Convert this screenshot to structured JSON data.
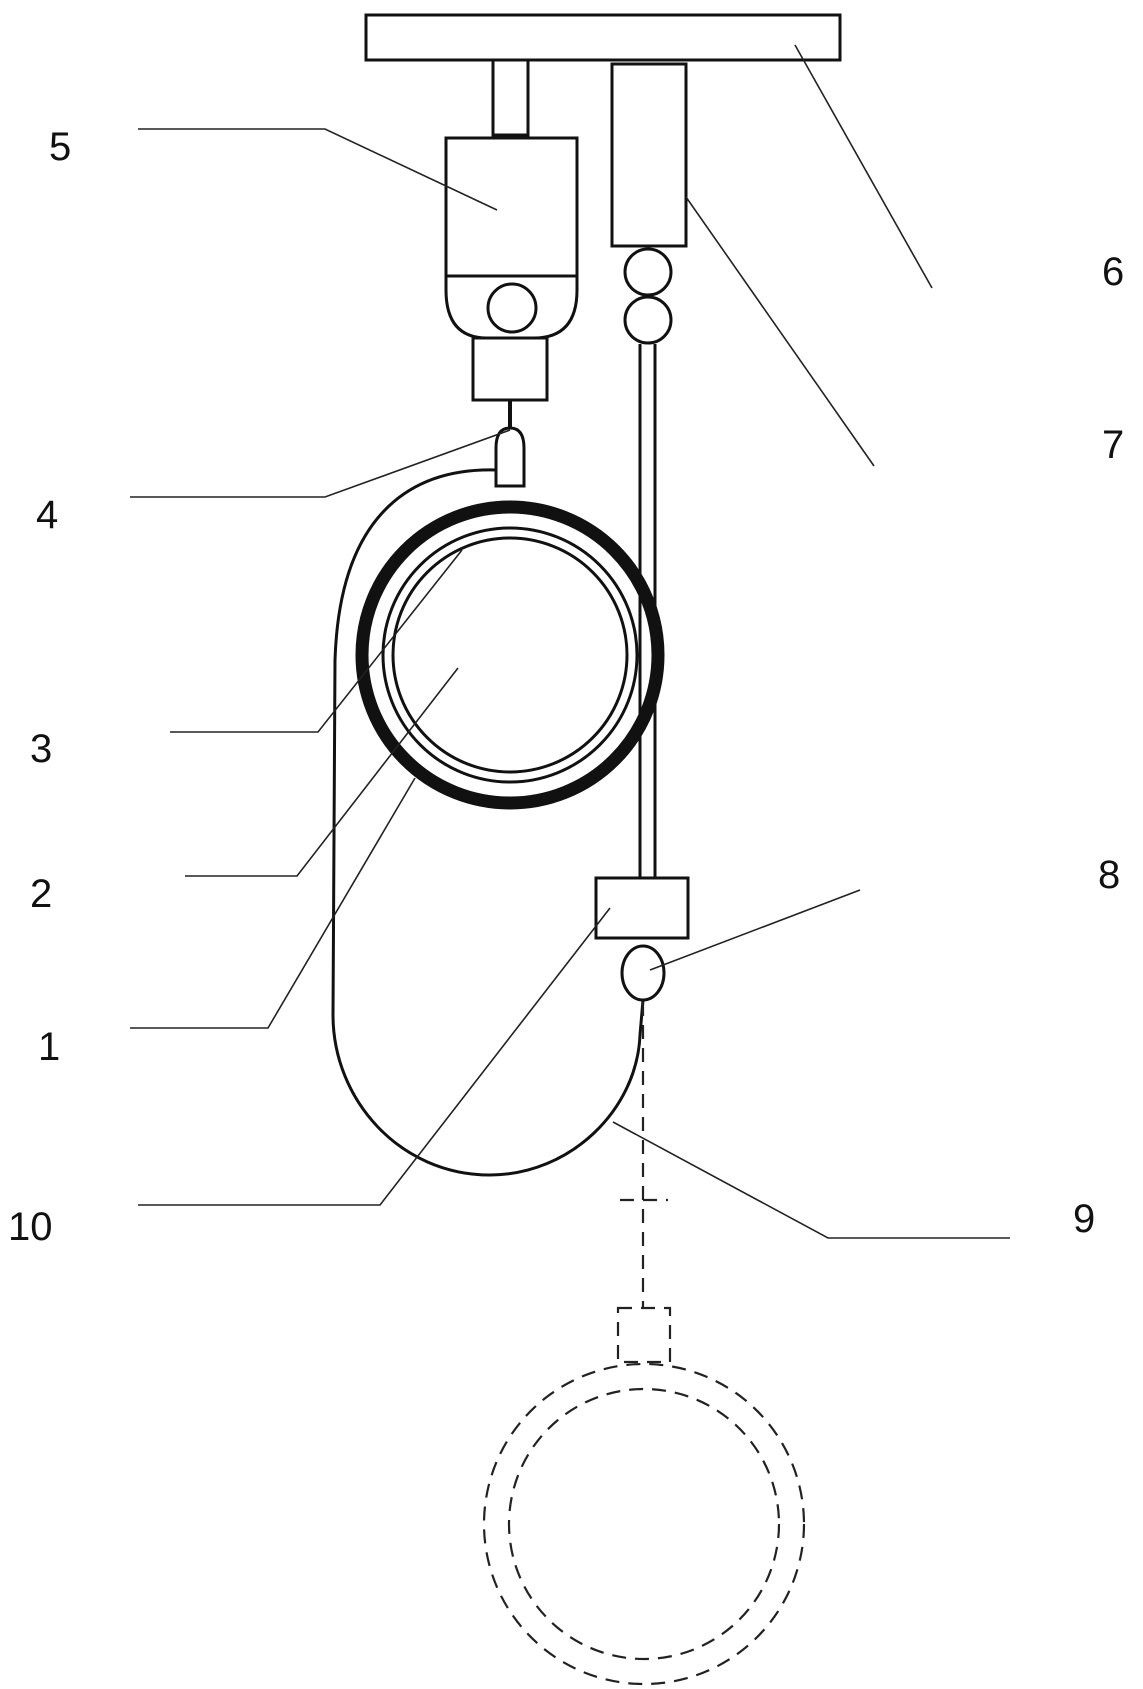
{
  "labels": {
    "l1": "1",
    "l2": "2",
    "l3": "3",
    "l4": "4",
    "l5": "5",
    "l6": "6",
    "l7": "7",
    "l8": "8",
    "l9": "9",
    "l10": "10"
  },
  "colors": {
    "ink": "#111111",
    "background": "#ffffff"
  }
}
